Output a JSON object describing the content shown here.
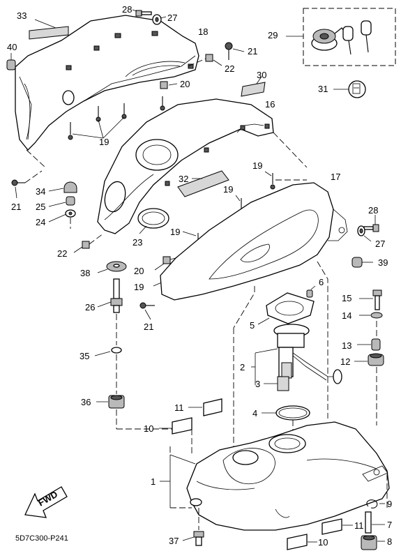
{
  "diagram_code": "5D7C300-P241",
  "fwd_label": "FWD",
  "labels": {
    "n1": "1",
    "n2": "2",
    "n3": "3",
    "n4": "4",
    "n5": "5",
    "n6": "6",
    "n7": "7",
    "n8": "8",
    "n9": "9",
    "n10a": "10",
    "n10b": "10",
    "n11a": "11",
    "n11b": "11",
    "n12": "12",
    "n13": "13",
    "n14": "14",
    "n15": "15",
    "n16": "16",
    "n17": "17",
    "n18": "18",
    "n19a": "19",
    "n19b": "19",
    "n19c": "19",
    "n19d": "19",
    "n19e": "19",
    "n20a": "20",
    "n20b": "20",
    "n21a": "21",
    "n21b": "21",
    "n21c": "21",
    "n22a": "22",
    "n22b": "22",
    "n23": "23",
    "n24": "24",
    "n25": "25",
    "n26": "26",
    "n27a": "27",
    "n27b": "27",
    "n28a": "28",
    "n28b": "28",
    "n29": "29",
    "n30": "30",
    "n31": "31",
    "n32": "32",
    "n33": "33",
    "n34": "34",
    "n35": "35",
    "n36": "36",
    "n37": "37",
    "n38": "38",
    "n39": "39",
    "n40": "40"
  }
}
